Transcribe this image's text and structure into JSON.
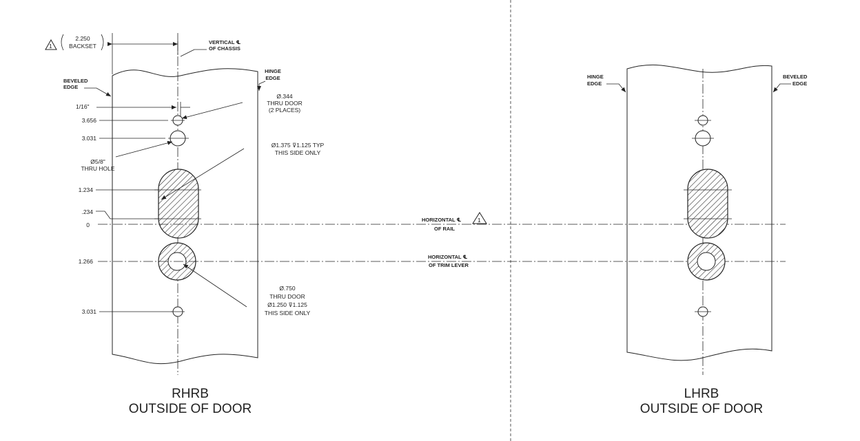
{
  "left_view": {
    "title": "RHRB",
    "subtitle": "OUTSIDE OF DOOR",
    "backset": {
      "line1": "2.250",
      "line2": "BACKSET"
    },
    "revision_mark": "1",
    "vertical_cl": {
      "line1": "VERTICAL ℄",
      "line2": "OF CHASSIS"
    },
    "hinge_edge": {
      "line1": "HINGE",
      "line2": "EDGE"
    },
    "beveled_edge": {
      "line1": "BEVELED",
      "line2": "EDGE"
    },
    "dims": {
      "sixteenth": "1/16\"",
      "d3656": "3.656",
      "d3031_top": "3.031",
      "d1234": "1.234",
      "d234": ".234",
      "d0": "0",
      "d1266": "1.266",
      "d3031_bot": "3.031"
    },
    "callouts": {
      "hole344": {
        "line1": "Ø.344",
        "line2": "THRU DOOR",
        "line3": "(2 PLACES)"
      },
      "hole58": {
        "line1": "Ø5/8\"",
        "line2": "THRU HOLE"
      },
      "slot": {
        "line1": "Ø1.375 ⊽1.125 TYP",
        "line2": "THIS SIDE ONLY"
      },
      "hole750": {
        "line1": "Ø.750",
        "line2": "THRU DOOR",
        "line3": "Ø1.250 ⊽1.125",
        "line4": "THIS SIDE ONLY"
      }
    }
  },
  "center": {
    "horizontal_rail": {
      "line1": "HORIZONTAL ℄",
      "line2": "OF RAIL"
    },
    "horizontal_trim": {
      "line1": "HORIZONTAL ℄",
      "line2": "OF TRIM LEVER"
    },
    "revision_mark": "1"
  },
  "right_view": {
    "title": "LHRB",
    "subtitle": "OUTSIDE OF DOOR",
    "hinge_edge": {
      "line1": "HINGE",
      "line2": "EDGE"
    },
    "beveled_edge": {
      "line1": "BEVELED",
      "line2": "EDGE"
    }
  }
}
